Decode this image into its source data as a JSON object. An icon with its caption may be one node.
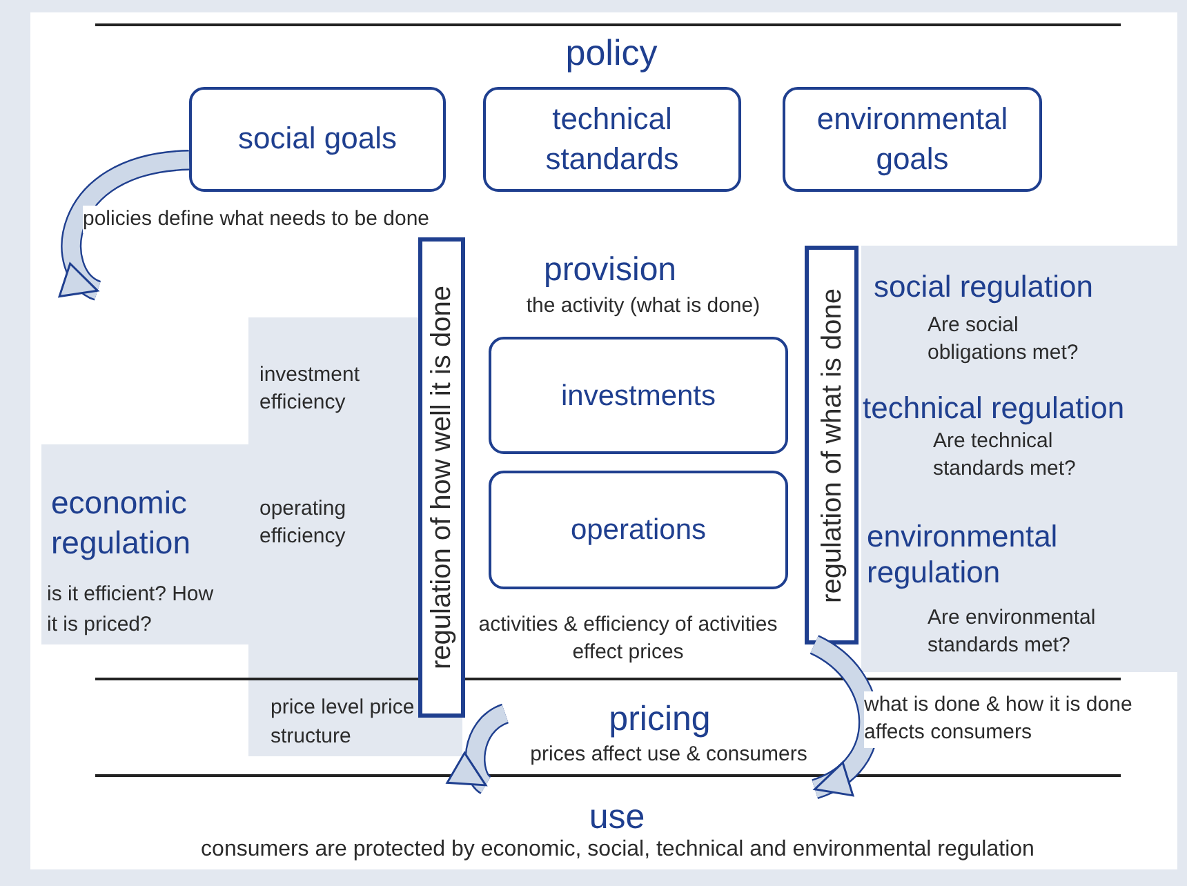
{
  "diagram": {
    "nodes": [
      {
        "text": [
          "policy"
        ]
      },
      {
        "text": [
          "social goals"
        ]
      },
      {
        "text": [
          "technical standards"
        ]
      },
      {
        "text": [
          "environmental goals"
        ]
      },
      {
        "text": [
          "provision",
          "the activity (what is done)"
        ]
      },
      {
        "text": [
          "investments"
        ]
      },
      {
        "text": [
          "operations"
        ]
      },
      {
        "text": [
          "regulation of how well it is done"
        ]
      },
      {
        "text": [
          "regulation of what is done"
        ]
      },
      {
        "text": [
          "economic regulation",
          "is it efficient? How it is priced?"
        ]
      },
      {
        "text": [
          "social regulation",
          "Are social obligations met?",
          "technical regulation",
          "Are technical standards met?",
          "environmental regulation",
          "Are environmental standards met?"
        ]
      },
      {
        "text": [
          "pricing",
          "prices affect use & consumers"
        ]
      },
      {
        "text": [
          "use",
          "consumers are protected by economic, social, technical and environmental regulation"
        ]
      }
    ],
    "edges": [
      {
        "from": 1,
        "to": null,
        "arrow": "to",
        "label": "policies define what needs to be done"
      },
      {
        "from": 8,
        "to": 12,
        "arrow": "to",
        "label": "what is done & how it is done affects consumers"
      },
      {
        "from": 11,
        "to": 12,
        "arrow": "to"
      }
    ],
    "labels": [
      "investment efficiency",
      "operating efficiency",
      "activities & efficiency of activities effect prices",
      "price level price structure"
    ]
  }
}
